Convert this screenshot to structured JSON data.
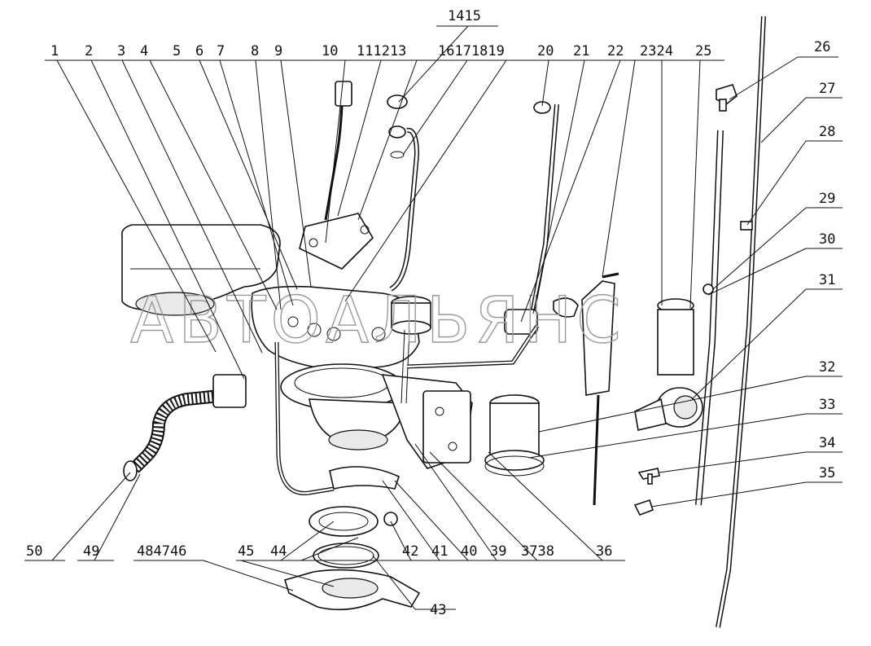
{
  "watermark": "АВТОАЛЬЯНС",
  "callouts": [
    "1",
    "2",
    "3",
    "4",
    "5",
    "6",
    "7",
    "8",
    "9",
    "10",
    "111213",
    "1415",
    "16171819",
    "20",
    "21",
    "22",
    "2324",
    "25",
    "26",
    "27",
    "28",
    "29",
    "30",
    "31",
    "32",
    "33",
    "34",
    "35",
    "36",
    "3738",
    "39",
    "40",
    "41",
    "42",
    "43",
    "44",
    "45",
    "484746",
    "49",
    "50"
  ]
}
